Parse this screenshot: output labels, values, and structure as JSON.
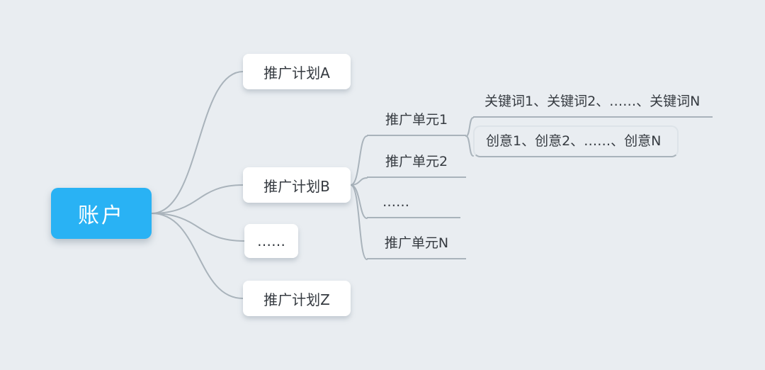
{
  "nodes": {
    "root": {
      "label": "账户"
    },
    "campaigns": [
      {
        "label": "推广计划A"
      },
      {
        "label": "推广计划B"
      },
      {
        "label": "……"
      },
      {
        "label": "推广计划Z"
      }
    ],
    "units": [
      {
        "label": "推广单元1"
      },
      {
        "label": "推广单元2"
      },
      {
        "label": "……"
      },
      {
        "label": "推广单元N"
      }
    ],
    "keywords": {
      "label": "关键词1、关键词2、……、关键词N"
    },
    "creatives": {
      "label": "创意1、创意2、……、创意N"
    }
  },
  "colors": {
    "background": "#e9edf1",
    "root_node_bg": "#29b2f4",
    "root_node_text": "#ffffff",
    "node_text": "#353a40",
    "connector": "#a9b3bb"
  }
}
